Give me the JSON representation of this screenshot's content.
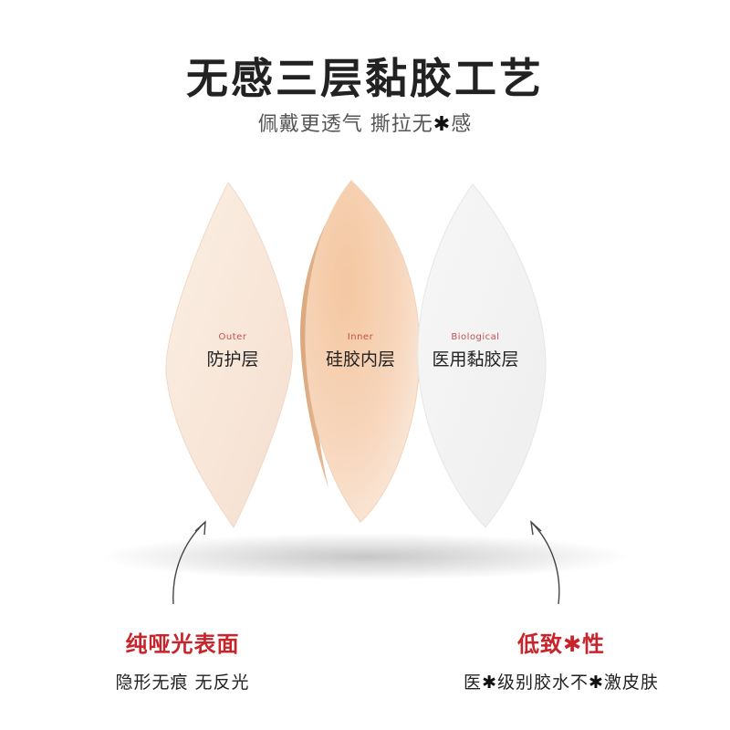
{
  "header": {
    "title": "无感三层黏胶工艺",
    "subtitle_before": "佩戴更透气 撕拉无",
    "subtitle_star": "✱",
    "subtitle_after": "感"
  },
  "layers": [
    {
      "label_en": "Outer",
      "label_cn": "防护层"
    },
    {
      "label_en": "Inner",
      "label_cn": "硅胶内层"
    },
    {
      "label_en": "Biological",
      "label_cn": "医用黏胶层"
    }
  ],
  "features": {
    "left": {
      "title": "纯哑光表面",
      "desc": "隐形无痕 无反光"
    },
    "right": {
      "title_before": "低致",
      "title_star": "✱",
      "title_after": "性",
      "desc_a": "医",
      "desc_star1": "✱",
      "desc_b": "级别胶水不",
      "desc_star2": "✱",
      "desc_c": "激皮肤"
    }
  },
  "colors": {
    "accent": "#c8242b",
    "label_en": "#c0504d",
    "outer_layer": "#f9e6d8",
    "inner_layer": "#f0c39a",
    "bio_layer": "#f3f3f3"
  }
}
